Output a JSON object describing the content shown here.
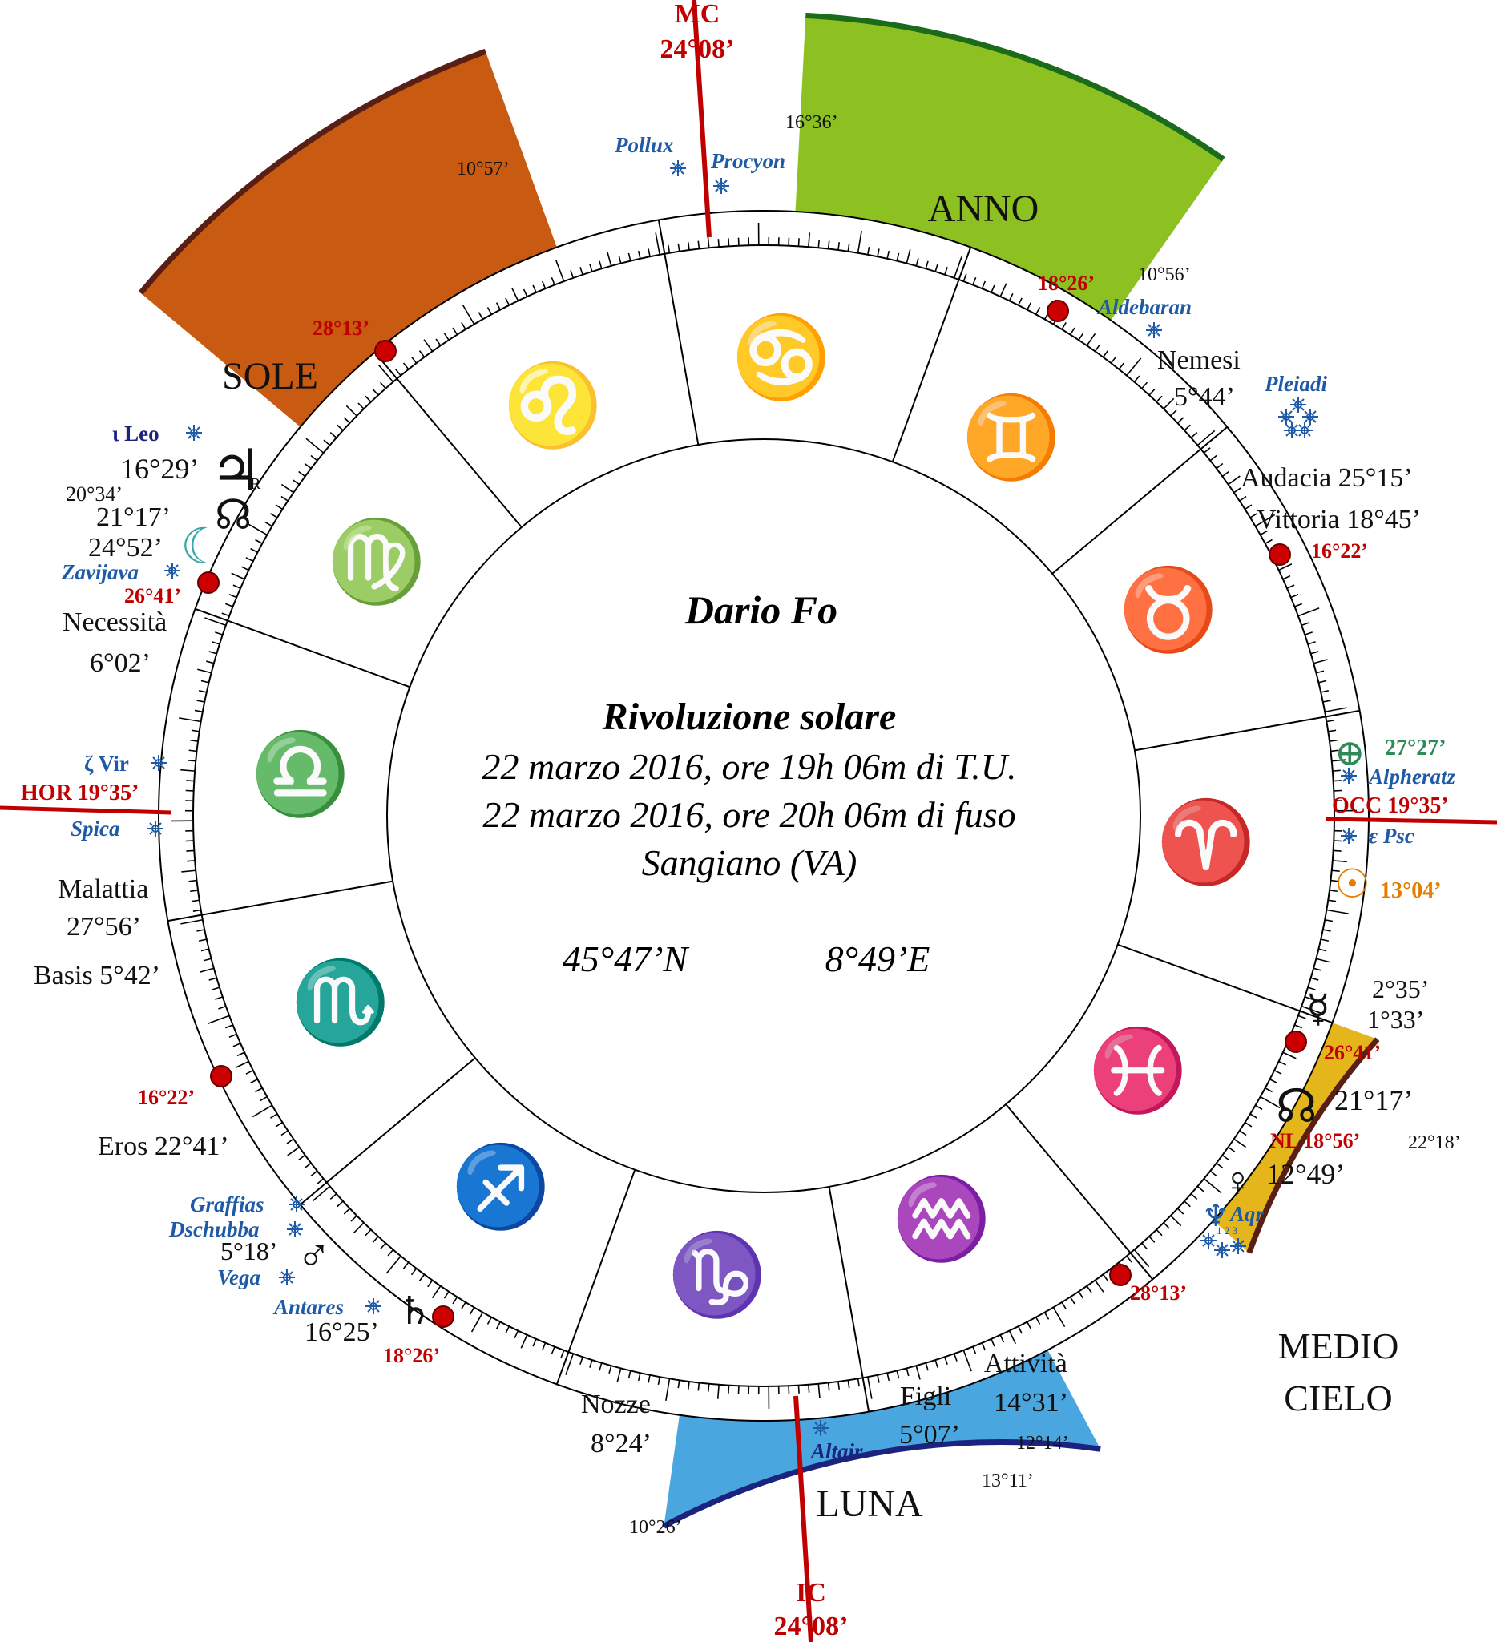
{
  "colors": {
    "sole": "#c85a12",
    "anno": "#8dc021",
    "luna": "#4aa6de",
    "medio_cielo": "#e5b51c",
    "sole_border": "#5a1f14",
    "anno_border": "#1b6b1b",
    "luna_border": "#1a237e",
    "medio_border": "#5a1f14",
    "axis": "#c00000",
    "star": "#1f5aa6",
    "point": "#cc0000"
  },
  "center": {
    "name": "Dario Fo",
    "title": "Rivoluzione solare",
    "line_ut": "22 marzo 2016, ore 19h 06m di T.U.",
    "line_local": "22 marzo 2016, ore 20h 06m di fuso",
    "place": "Sangiano (VA)",
    "lat": "45°47’N",
    "lon": "8°49’E"
  },
  "axes": {
    "mc_label": "MC",
    "mc_deg": "24°08’",
    "ic_label": "IC",
    "ic_deg": "24°08’",
    "hor": "HOR 19°35’",
    "occ": "OCC 19°35’"
  },
  "sectors": {
    "sole": {
      "label": "SOLE",
      "deg": "10°57’"
    },
    "anno": {
      "label": "ANNO",
      "deg_start": "16°36’",
      "deg_end": "10°56’"
    },
    "luna": {
      "label": "LUNA",
      "deg_start": "10°26’",
      "deg_end": "13°11’"
    },
    "medio": {
      "label_1": "MEDIO",
      "label_2": "CIELO",
      "deg_start": "22°18’",
      "deg_end": "12°14’"
    }
  },
  "signs": {
    "cancer": "♋",
    "gemini": "♊",
    "taurus": "♉",
    "aries": "♈",
    "pisces": "♓",
    "aquarius": "♒",
    "capricorn": "♑",
    "sagittarius": "♐",
    "scorpio": "♏",
    "libra": "♎",
    "virgo": "♍",
    "leo": "♌"
  },
  "stars": {
    "pollux": "Pollux",
    "procyon": "Procyon",
    "aldebaran": "Aldebaran",
    "pleiadi": "Pleiadi",
    "iota_leo": "ι Leo",
    "zavijava": "Zavijava",
    "zeta_vir": "ζ Vir",
    "spica": "Spica",
    "alpheratz": "Alpheratz",
    "eps_psc": "ε Psc",
    "graffias": "Graffias",
    "dschubba": "Dschubba",
    "vega": "Vega",
    "antares": "Antares",
    "altair": "Altair",
    "aqr": "Aqr"
  },
  "points": {
    "p_18_26_top": "18°26’",
    "p_28_13_top": "28°13’",
    "p_26_41_left": "26°41’",
    "p_16_22_right": "16°22’",
    "p_26_41_right": "26°41’",
    "p_16_22_left": "16°22’",
    "p_28_13_bottom": "28°13’",
    "p_18_26_bottom": "18°26’",
    "nl": "NL 18°56’"
  },
  "planets": {
    "jupiter": {
      "glyph": "♃",
      "deg": "16°29’",
      "retro": "R"
    },
    "node_left": {
      "glyph": "☊",
      "deg_a": "20°34’",
      "deg_b": "21°17’"
    },
    "moon": {
      "glyph": "☾",
      "deg": "24°52’"
    },
    "part_fortune": {
      "glyph": "⊕",
      "deg": "27°27’"
    },
    "sun": {
      "glyph": "☉",
      "deg": "13°04’"
    },
    "mercury": {
      "glyph": "☿",
      "deg_a": "2°35’",
      "deg_b": "1°33’"
    },
    "node_right": {
      "glyph": "☊",
      "deg": "21°17’"
    },
    "venus": {
      "glyph": "♀",
      "deg": "12°49’"
    },
    "neptune": {
      "glyph": "♆",
      "sub": "1 2 3"
    },
    "mars": {
      "glyph": "♂",
      "deg": "5°18’"
    },
    "saturn": {
      "glyph": "♄",
      "deg": "16°25’"
    }
  },
  "arabic_parts": {
    "nemesi": "Nemesi",
    "nemesi_deg": "5°44’",
    "audacia": "Audacia 25°15’",
    "vittoria": "Vittoria 18°45’",
    "necessita": "Necessità",
    "necessita_deg": "6°02’",
    "malattia": "Malattia",
    "malattia_deg": "27°56’",
    "basis": "Basis 5°42’",
    "eros": "Eros 22°41’",
    "nozze": "Nozze",
    "nozze_deg": "8°24’",
    "figli": "Figli",
    "figli_deg": "5°07’",
    "attivita": "Attività",
    "attivita_deg": "14°31’"
  }
}
